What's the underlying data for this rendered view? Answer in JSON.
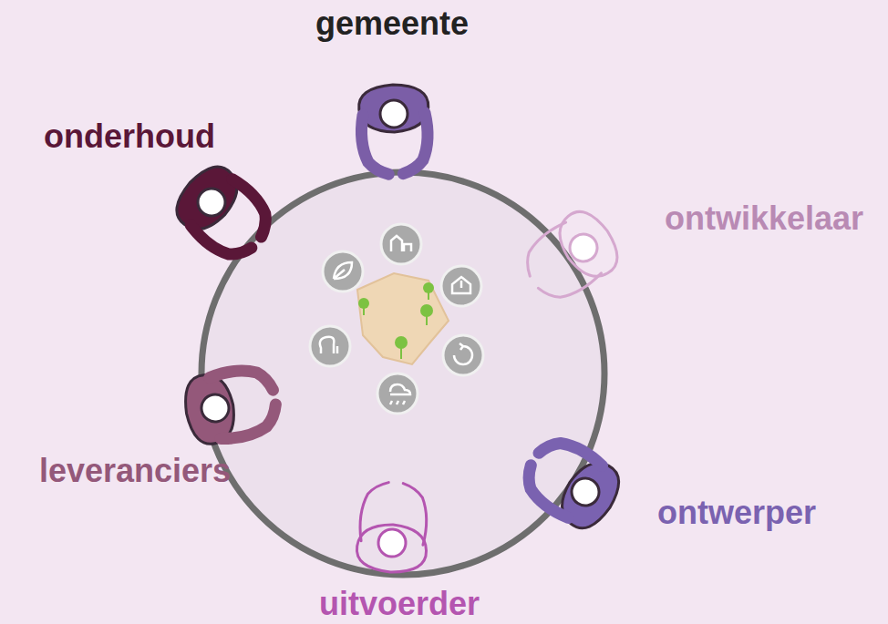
{
  "diagram": {
    "labels": [
      "gemeente",
      "onderhoud",
      "ontwikkelaar",
      "leveranciers",
      "ontwerper",
      "uitvoerder"
    ]
  }
}
